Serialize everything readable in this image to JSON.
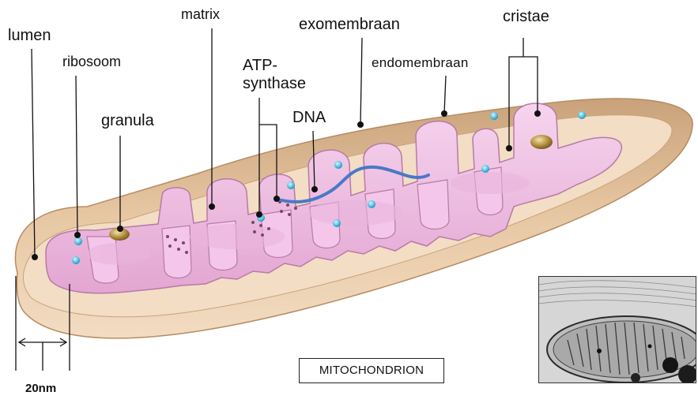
{
  "labels": {
    "lumen": "lumen",
    "ribosoom": "ribosoom",
    "granula": "granula",
    "matrix": "matrix",
    "atp_line1": "ATP-",
    "atp_line2": "synthase",
    "dna": "DNA",
    "exomembraan": "exomembraan",
    "endomembraan": "endomembraan",
    "cristae": "cristae"
  },
  "scale_label": "20nm",
  "title": "MITOCHONDRION",
  "colors": {
    "outer_membrane": "#e8c8a4",
    "inner_membrane": "#eab4dc",
    "matrix": "#f2c8e8",
    "dna": "#4a78c8",
    "granule": "#b08a3a",
    "ribosome": "#3eb6dc",
    "leader": "#111111"
  }
}
